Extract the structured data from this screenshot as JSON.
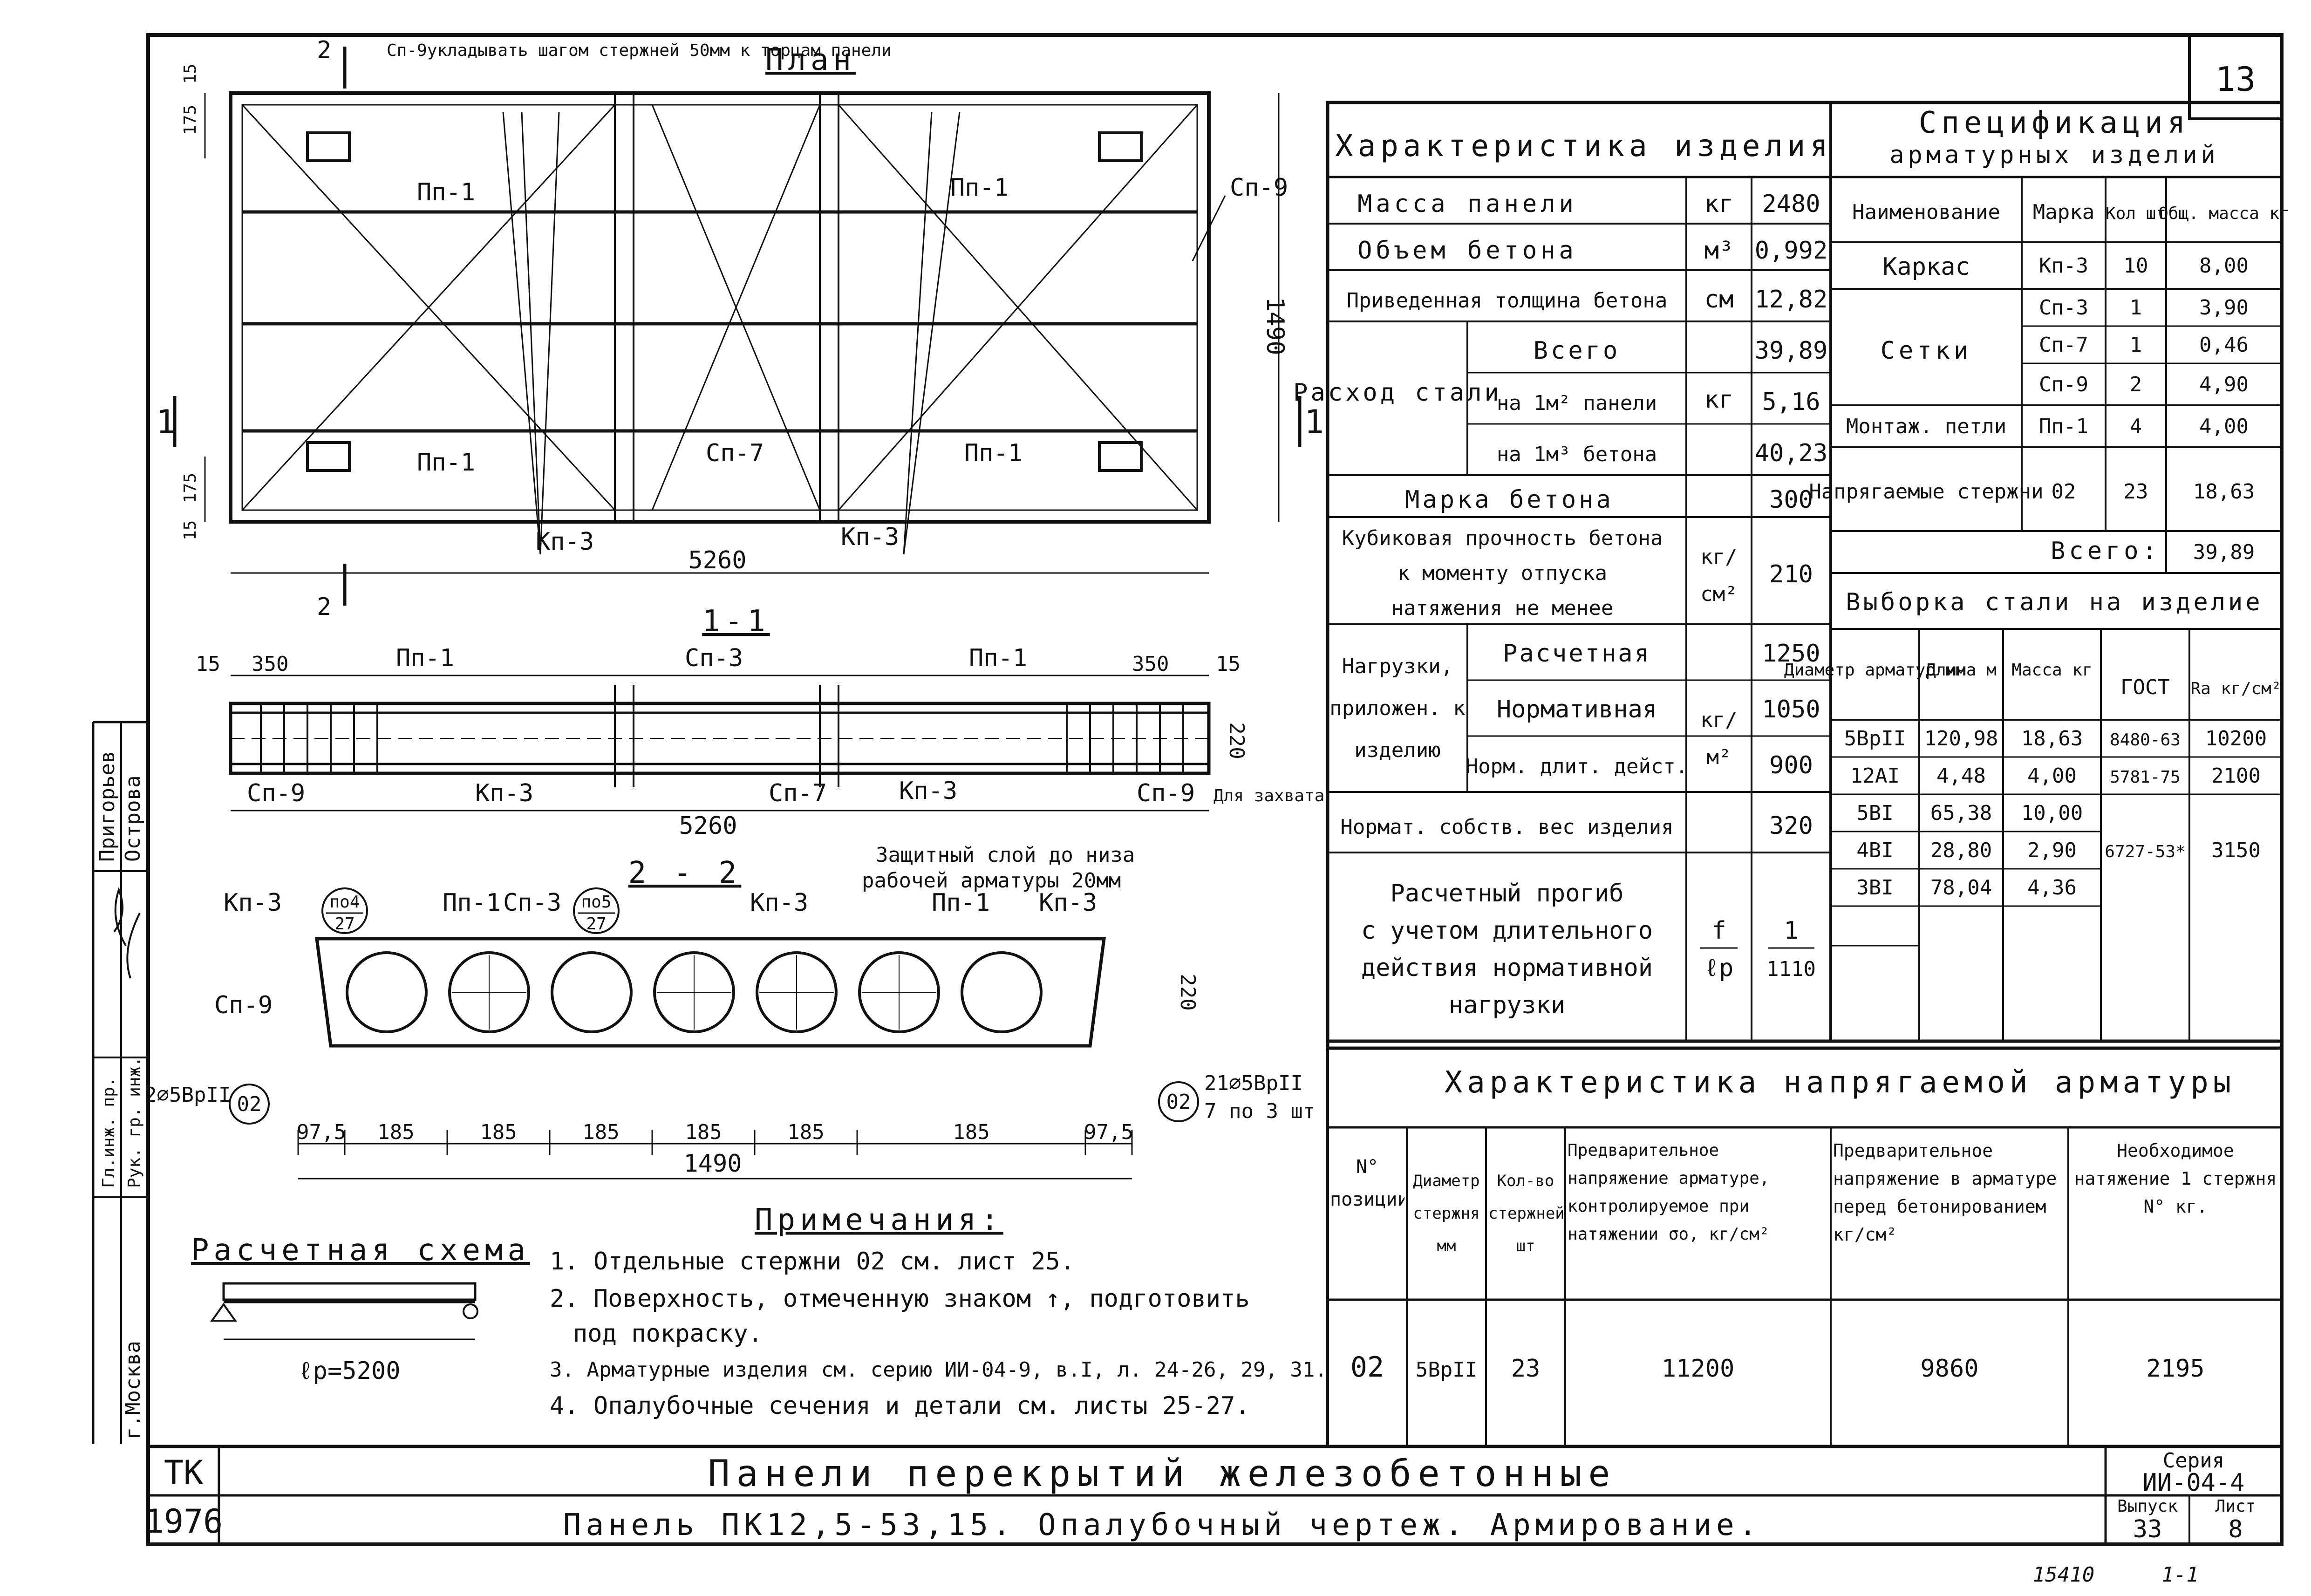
{
  "sheet": {
    "number": "13",
    "stamp_left": "ТК",
    "year": "1976",
    "title_main": "Панели перекрытий железобетонные",
    "title_sub": "Панель ПК12,5-53,15. Опалубочный чертеж. Армирование.",
    "series_label": "Серия",
    "series_value": "ИИ-04-4",
    "issue_label": "Выпуск",
    "issue_value": "33",
    "sheet_label": "Лист",
    "sheet_value": "8",
    "inventory": "15410",
    "copy_mark": "1-1",
    "side_stamp": {
      "org": "г.Москва",
      "role1": "Рук. гр. инж.",
      "role2": "Гл.инж. пр.",
      "name1": "Островa",
      "name2": "Пригорьев"
    }
  },
  "plan": {
    "heading": "План",
    "note": "Сп-9укладывать шагом стержней 50мм к торцам панели",
    "labels": {
      "pp1": "Пп-1",
      "sp9": "Сп-9",
      "sp7": "Сп-7",
      "kp3": "Кп-3",
      "length": "5260",
      "width": "1490",
      "dim15": "15",
      "dim175": "175",
      "sec1": "1",
      "sec2": "2"
    }
  },
  "section11": {
    "heading": "1-1",
    "labels": {
      "d15": "15",
      "d350": "350",
      "pp1": "Пп-1",
      "sp3": "Сп-3",
      "sp9": "Сп-9",
      "kp3": "Кп-3",
      "sp7": "Сп-7",
      "length": "5260",
      "height": "220",
      "grip": "Для захвата",
      "cover1": "Защитный слой до низа",
      "cover2": "рабочей арматуры 20мм"
    }
  },
  "section22": {
    "heading": "2 - 2",
    "labels": {
      "kp3": "Кп-3",
      "pp1": "Пп-1",
      "sp3": "Сп-3",
      "sp9": "Сп-9",
      "ref1_top": "по4",
      "ref1_bot": "27",
      "ref2_top": "по5",
      "ref2_bot": "27",
      "left_bar": "2⌀5ВрII",
      "pos": "02",
      "right_bar1": "21⌀5ВрII",
      "right_bar2": "7 по 3 шт",
      "height": "220",
      "total": "1490"
    },
    "dims": [
      "97,5",
      "185",
      "185",
      "185",
      "185",
      "185",
      "185",
      "97,5"
    ]
  },
  "scheme": {
    "heading": "Расчетная схема",
    "span": "ℓр=5200"
  },
  "notes": {
    "heading": "Примечания:",
    "items": [
      "1. Отдельные стержни 02 см. лист 25.",
      "2. Поверхность, отмеченную знаком ↑, подготовить",
      "под покраску.",
      "3. Арматурные изделия см. серию ИИ-04-9, в.I, л. 24-26, 29, 31.",
      "4. Опалубочные сечения и детали см. листы 25-27."
    ]
  },
  "characteristics": {
    "heading": "Характеристика изделия",
    "rows": [
      {
        "name": "Масса панели",
        "unit": "кг",
        "value": "2480"
      },
      {
        "name": "Объем бетона",
        "unit": "м³",
        "value": "0,992"
      },
      {
        "name": "Приведенная толщина бетона",
        "unit": "см",
        "value": "12,82"
      },
      {
        "name": "Всего",
        "unit": "",
        "value": "39,89"
      },
      {
        "name": "на 1м² панели",
        "unit": "",
        "value": "5,16"
      },
      {
        "name": "на 1м³ бетона",
        "unit": "",
        "value": "40,23"
      },
      {
        "name": "Марка бетона",
        "unit": "",
        "value": "300"
      },
      {
        "name": "Кубиковая прочность бетона к моменту отпуска натяжения не менее",
        "unit": "",
        "value": "210"
      },
      {
        "name": "Расчетная",
        "unit": "",
        "value": "1250"
      },
      {
        "name": "Нормативная",
        "unit": "",
        "value": "1050"
      },
      {
        "name": "Норм. длит. дейст.",
        "unit": "",
        "value": "900"
      },
      {
        "name": "Нормат. собств. вес изделия",
        "unit": "",
        "value": "320"
      }
    ],
    "group_steel": "Расход стали",
    "steel_unit": "кг",
    "strength_l1": "Кубиковая прочность бетона",
    "strength_l2": "к моменту отпуска",
    "strength_l3": "натяжения не менее",
    "strength_unit_top": "кг/",
    "strength_unit_bot": "см²",
    "loads_l1": "Нагрузки,",
    "loads_l2": "приложен. к",
    "loads_l3": "изделию",
    "loads_unit_top": "кг/",
    "loads_unit_bot": "м²",
    "deflection_l1": "Расчетный прогиб",
    "deflection_l2": "с учетом длительного",
    "deflection_l3": "действия нормативной",
    "deflection_l4": "нагрузки",
    "deflection_sym_top": "f",
    "deflection_sym_bot": "ℓр",
    "deflection_val_top": "1",
    "deflection_val_bot": "1110"
  },
  "specification": {
    "heading_l1": "Спецификация",
    "heading_l2": "арматурных изделий",
    "cols": [
      "Наименование",
      "Марка",
      "Кол шт",
      "Общ. масса кг"
    ],
    "rows": [
      {
        "name": "Каркас",
        "mark": "Кп-3",
        "qty": "10",
        "mass": "8,00"
      },
      {
        "name": "Сетки",
        "mark": "Сп-3",
        "qty": "1",
        "mass": "3,90"
      },
      {
        "name": "",
        "mark": "Сп-7",
        "qty": "1",
        "mass": "0,46"
      },
      {
        "name": "",
        "mark": "Сп-9",
        "qty": "2",
        "mass": "4,90"
      },
      {
        "name": "Монтаж. петли",
        "mark": "Пп-1",
        "qty": "4",
        "mass": "4,00"
      },
      {
        "name": "Напрягаемые стержни",
        "mark": "02",
        "qty": "23",
        "mass": "18,63"
      }
    ],
    "total_label": "Всего:",
    "total_value": "39,89"
  },
  "steel_selection": {
    "heading": "Выборка стали на изделие",
    "cols": [
      "Диаметр арматур мм",
      "Длина м",
      "Масса кг",
      "ГОСТ",
      "Ra кг/см²"
    ],
    "rows": [
      {
        "dia": "5ВрII",
        "len": "120,98",
        "mass": "18,63",
        "gost": "8480-63",
        "ra": "10200"
      },
      {
        "dia": "12АI",
        "len": "4,48",
        "mass": "4,00",
        "gost": "5781-75",
        "ra": "2100"
      },
      {
        "dia": "5ВI",
        "len": "65,38",
        "mass": "10,00",
        "gost": "",
        "ra": ""
      },
      {
        "dia": "4ВI",
        "len": "28,80",
        "mass": "2,90",
        "gost": "6727-53*",
        "ra": "3150"
      },
      {
        "dia": "3ВI",
        "len": "78,04",
        "mass": "4,36",
        "gost": "",
        "ra": ""
      }
    ]
  },
  "prestress": {
    "heading": "Характеристика напрягаемой арматуры",
    "cols": [
      "N° позиции",
      "Диаметр стержня мм",
      "Кол-во стержней шт",
      "Предварительное напряжение арматуре, контролируемое при натяжении σо, кг/см²",
      "Предварительное напряжение в арматуре перед бетонированием кг/см²",
      "Необходимое натяжение 1 стержня N° кг."
    ],
    "row": {
      "pos": "02",
      "dia": "5ВрII",
      "qty": "23",
      "s0": "11200",
      "s1": "9860",
      "force": "2195"
    }
  }
}
